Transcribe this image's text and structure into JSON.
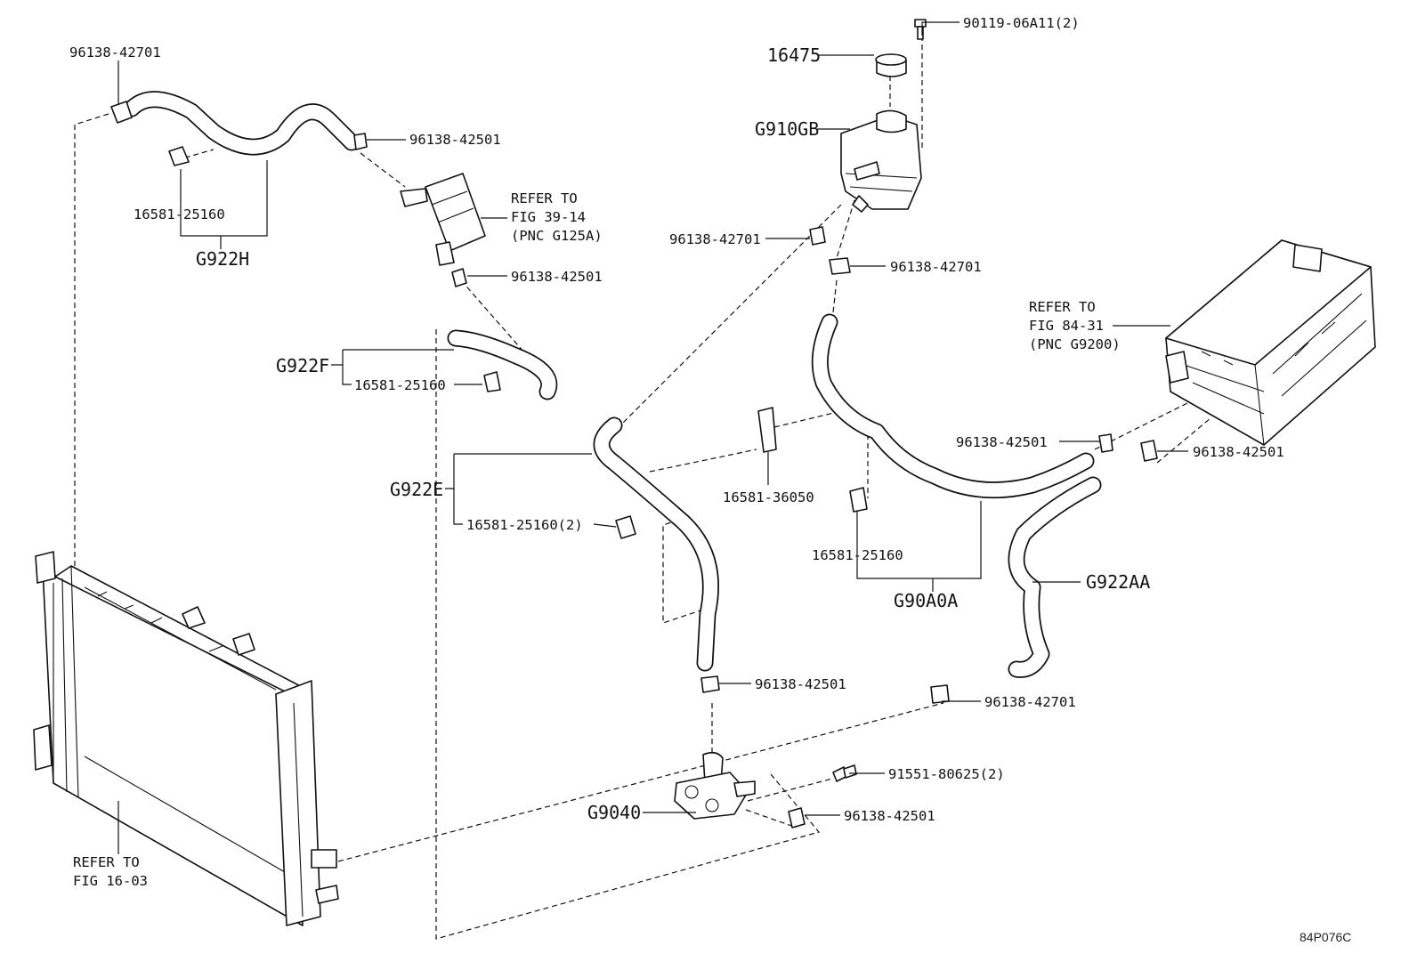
{
  "diagram": {
    "code": "84P076C",
    "labels": {
      "c_96138_42701_top": "96138-42701",
      "c_96138_42501_h": "96138-42501",
      "c_16581_25160_h": "16581-25160",
      "g922h": "G922H",
      "refer_39_1": "REFER TO",
      "refer_39_2": "FIG 39-14",
      "refer_39_3": "(PNC G125A)",
      "c_96138_42501_mid": "96138-42501",
      "g922f": "G922F",
      "c_16581_25160_f": "16581-25160",
      "g922e": "G922E",
      "c_16581_25160_e": "16581-25160(2)",
      "c_16581_36050": "16581-36050",
      "bolt_90119": "90119-06A11(2)",
      "p16475": "16475",
      "g910gb": "G910GB",
      "c_96138_42701_r1": "96138-42701",
      "c_96138_42701_r2": "96138-42701",
      "refer_84_1": "REFER TO",
      "refer_84_2": "FIG 84-31",
      "refer_84_3": "(PNC G9200)",
      "c_96138_42501_r1": "96138-42501",
      "c_96138_42501_r2": "96138-42501",
      "c_16581_25160_a": "16581-25160",
      "g90a0a": "G90A0A",
      "g922aa": "G922AA",
      "c_96138_42501_pump": "96138-42501",
      "c_96138_42701_low": "96138-42701",
      "bolt_91551": "91551-80625(2)",
      "g9040": "G9040",
      "c_96138_42501_pump2": "96138-42501",
      "refer_16_1": "REFER TO",
      "refer_16_2": "FIG 16-03"
    }
  }
}
